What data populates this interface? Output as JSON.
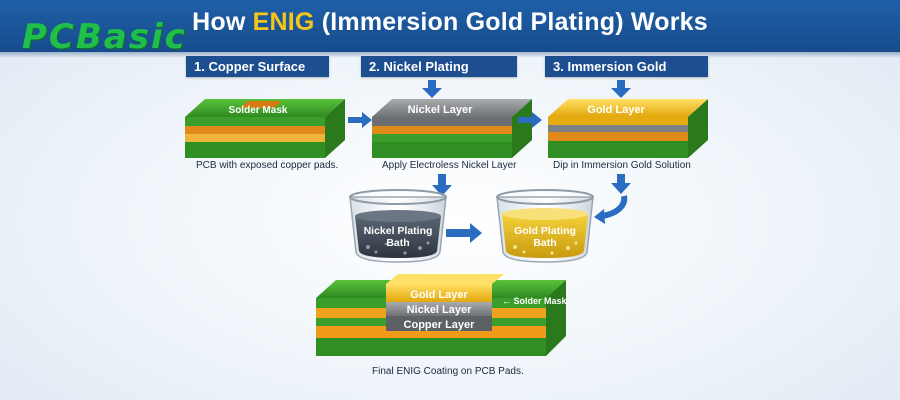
{
  "logo": {
    "text": "PCBasic"
  },
  "title": {
    "prefix": "How ",
    "accent": "ENIG",
    "suffix": " (Immersion Gold Plating) Works",
    "accent_color": "#f5c518"
  },
  "steps": [
    {
      "label": "1. Copper Surface",
      "layer_label": "Solder Mask",
      "caption": "PCB with exposed copper pads."
    },
    {
      "label": "2. Nickel Plating",
      "layer_label": "Nickel Layer",
      "caption": "Apply Electroless Nickel Layer"
    },
    {
      "label": "3. Immersion Gold",
      "layer_label": "Gold Layer",
      "caption": "Dip in Immersion Gold Solution"
    }
  ],
  "baths": [
    {
      "line1": "Nickel Plating",
      "line2": "Bath"
    },
    {
      "line1": "Gold Plating",
      "line2": "Bath"
    }
  ],
  "final": {
    "gold_label": "Gold Layer",
    "nickel_label": "Nickel Layer",
    "copper_label": "Copper Layer",
    "mask_label": "← Solder Mask",
    "caption": "Final ENIG Coating on PCB Pads."
  },
  "colors": {
    "header": "#1f5fa8",
    "step_box": "#1d4e8f",
    "arrow": "#2a6cc0",
    "pcb_green": "#3c9e2a",
    "copper": "#e08a1c",
    "nickel": "#7d8084",
    "gold": "#f2c019"
  }
}
